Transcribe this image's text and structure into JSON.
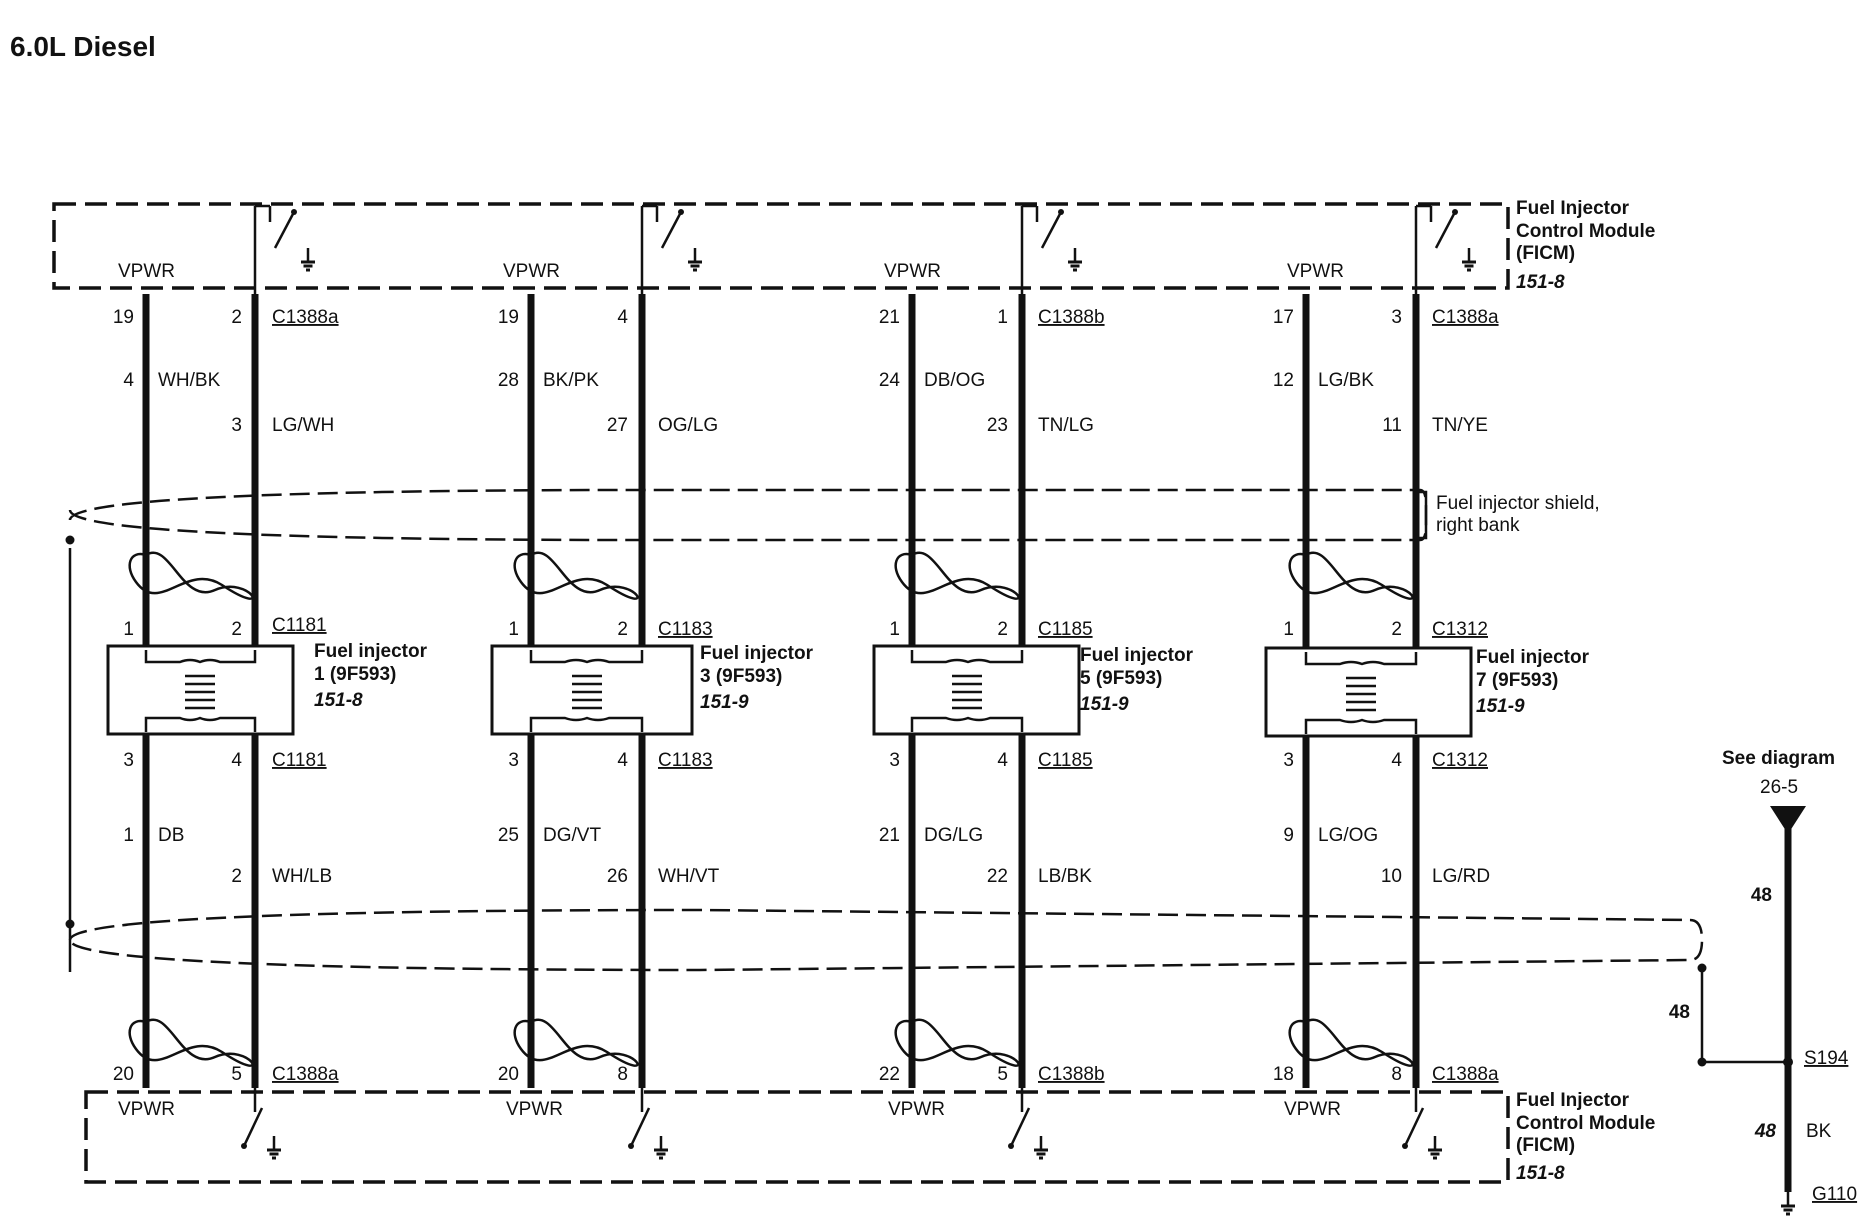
{
  "title": "6.0L Diesel",
  "ficm": {
    "line1": "Fuel Injector",
    "line2": "Control Module",
    "line3": "(FICM)",
    "ref": "151-8"
  },
  "vpwr": "VPWR",
  "shield_right": {
    "line1": "Fuel injector shield,",
    "line2": "right bank"
  },
  "injectors": [
    {
      "top_conn": "C1388a",
      "top_pin_l": "19",
      "top_pin_r": "2",
      "top_cct_l": "4",
      "top_color_l": "WH/BK",
      "top_cct_r": "3",
      "top_color_r": "LG/WH",
      "inj_conn": "C1181",
      "pin1": "1",
      "pin2": "2",
      "pin3": "3",
      "pin4": "4",
      "label1": "Fuel injector",
      "label2": "1 (9F593)",
      "ref": "151-8",
      "bot_cct_l": "1",
      "bot_color_l": "DB",
      "bot_cct_r": "2",
      "bot_color_r": "WH/LB",
      "bot_pin_l": "20",
      "bot_pin_r": "5",
      "bot_conn": "C1388a"
    },
    {
      "top_conn": "",
      "top_pin_l": "19",
      "top_pin_r": "4",
      "top_cct_l": "28",
      "top_color_l": "BK/PK",
      "top_cct_r": "27",
      "top_color_r": "OG/LG",
      "inj_conn": "C1183",
      "pin1": "1",
      "pin2": "2",
      "pin3": "3",
      "pin4": "4",
      "label1": "Fuel injector",
      "label2": "3 (9F593)",
      "ref": "151-9",
      "bot_cct_l": "25",
      "bot_color_l": "DG/VT",
      "bot_cct_r": "26",
      "bot_color_r": "WH/VT",
      "bot_pin_l": "20",
      "bot_pin_r": "8",
      "bot_conn": ""
    },
    {
      "top_conn": "C1388b",
      "top_pin_l": "21",
      "top_pin_r": "1",
      "top_cct_l": "24",
      "top_color_l": "DB/OG",
      "top_cct_r": "23",
      "top_color_r": "TN/LG",
      "inj_conn": "C1185",
      "pin1": "1",
      "pin2": "2",
      "pin3": "3",
      "pin4": "4",
      "label1": "Fuel injector",
      "label2": "5 (9F593)",
      "ref": "151-9",
      "bot_cct_l": "21",
      "bot_color_l": "DG/LG",
      "bot_cct_r": "22",
      "bot_color_r": "LB/BK",
      "bot_pin_l": "22",
      "bot_pin_r": "5",
      "bot_conn": "C1388b"
    },
    {
      "top_conn": "C1388a",
      "top_pin_l": "17",
      "top_pin_r": "3",
      "top_cct_l": "12",
      "top_color_l": "LG/BK",
      "top_cct_r": "11",
      "top_color_r": "TN/YE",
      "inj_conn": "C1312",
      "pin1": "1",
      "pin2": "2",
      "pin3": "3",
      "pin4": "4",
      "label1": "Fuel injector",
      "label2": "7 (9F593)",
      "ref": "151-9",
      "bot_cct_l": "9",
      "bot_color_l": "LG/OG",
      "bot_cct_r": "10",
      "bot_color_r": "LG/RD",
      "bot_pin_l": "18",
      "bot_pin_r": "8",
      "bot_conn": "C1388a"
    }
  ],
  "ground": {
    "see": "See diagram",
    "diagram_ref": "26-5",
    "cct_top": "48",
    "cct_branch": "48",
    "splice": "S194",
    "cct_bottom": "48",
    "color_bottom": "BK",
    "ground_id": "G110"
  }
}
